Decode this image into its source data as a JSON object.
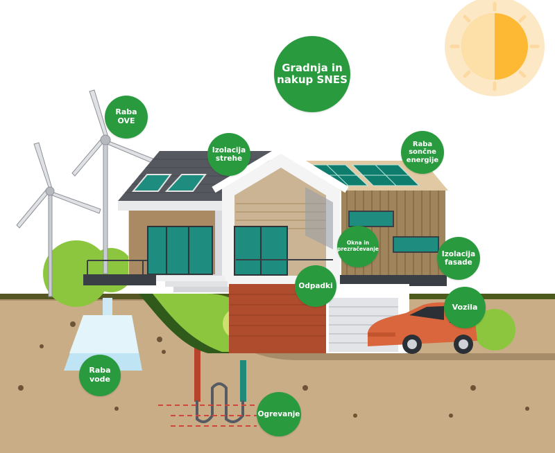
{
  "labels": {
    "title": "Gradnja in\nnakup SNES",
    "ove": "Raba\nOVE",
    "roof": "Izolacija\nstrehe",
    "solar": "Raba\nsončne\nenergije",
    "windows": "Okna in\nprezračevanje",
    "facade": "Izolacija\nfasade",
    "waste": "Odpadki",
    "vehicles": "Vozila",
    "water": "Raba\nvode",
    "heating": "Ogrevanje"
  },
  "colors": {
    "badge": "#2a9a3f",
    "grass": "#8cc63f",
    "soil": "#c8ad87",
    "sun": "#fdb933",
    "car": "#d9663c",
    "glass": "#1e8c7e"
  }
}
